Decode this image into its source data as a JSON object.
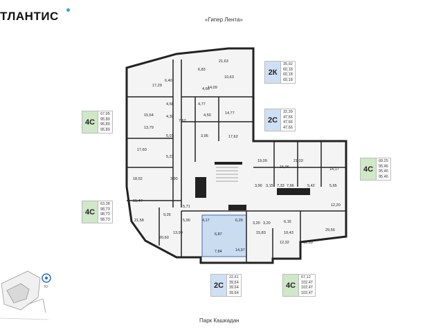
{
  "brand": {
    "name": "ТЛАНТИС",
    "dot_color": "#29a8e0"
  },
  "streets": {
    "top": "«Гипер Лента»",
    "bottom": "Парк Кашкадан"
  },
  "compass": {
    "label": "Ю"
  },
  "colors": {
    "green": "#cfe8c8",
    "blue": "#cfe0f4",
    "highlight": "#c9dcf0",
    "wall": "#222222"
  },
  "apartment_labels": [
    {
      "code": "2К",
      "color": "blue",
      "areas": [
        "35,92",
        "60,18",
        "60,18",
        "60,18"
      ]
    },
    {
      "code": "4С",
      "color": "green",
      "areas": [
        "67,95",
        "95,89",
        "95,89",
        "95,89"
      ]
    },
    {
      "code": "2С",
      "color": "blue",
      "areas": [
        "32,39",
        "47,66",
        "47,66",
        "47,66"
      ]
    },
    {
      "code": "4С",
      "color": "green",
      "areas": [
        "68,25",
        "95,46",
        "95,46",
        "95,46"
      ]
    },
    {
      "code": "4С",
      "color": "green",
      "areas": [
        "63,38",
        "98,73",
        "98,73",
        "98,73"
      ]
    },
    {
      "code": "2С",
      "color": "blue",
      "areas": [
        "22,61",
        "39,64",
        "39,64",
        "39,64"
      ]
    },
    {
      "code": "4С",
      "color": "green",
      "areas": [
        "67,12",
        "102,47",
        "102,47",
        "102,47"
      ]
    }
  ],
  "room_areas": [
    "21,63",
    "6,83",
    "10,63",
    "6,40",
    "17,29",
    "14,09",
    "4,60",
    "4,77",
    "4,58",
    "4,30",
    "14,77",
    "4,50",
    "3,95",
    "17,62",
    "15,64",
    "13,79",
    "7,62",
    "5,01",
    "17,60",
    "5,23",
    "18,52",
    "3,90",
    "19,09",
    "15,06",
    "21,03",
    "14,17",
    "3,90",
    "3,15",
    "7,33",
    "7,66",
    "5,42",
    "5,65",
    "15,47",
    "12,20",
    "9,26",
    "5,71",
    "5,90",
    "4,17",
    "6,29",
    "3,20",
    "3,20",
    "6,16",
    "21,58",
    "13,99",
    "20,60",
    "6,87",
    "7,84",
    "14,97",
    "15,83",
    "10,43",
    "12,32",
    "12,59",
    "29,56"
  ]
}
